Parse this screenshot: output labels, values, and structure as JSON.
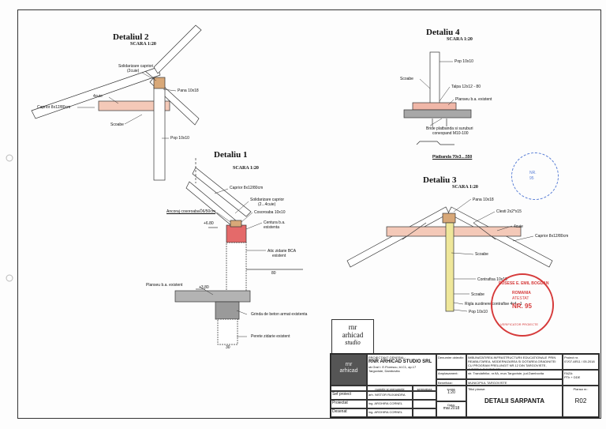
{
  "details": {
    "d2": {
      "title": "Detaliul 2",
      "scale": "SCARA 1:20",
      "labels": {
        "solidarizare": "Solidarizare capriori",
        "solidarizare2": "(2cuie)",
        "pana": "Pana 10x18",
        "cuie": "4cuie",
        "caprior": "Caprior 8x12/80cm",
        "scoabe": "Scoabe",
        "pop": "Pop 10x10"
      }
    },
    "d1": {
      "title": "Detaliu 1",
      "scale": "SCARA 1:20",
      "labels": {
        "caprior": "Caprior 8x12/80cm",
        "solidarizare": "Solidarizare caprior",
        "solidarizare2": "(2...4cuie)",
        "ancoraj": "Ancoraj cosoroabaÖ6/50cm",
        "cosoroaba": "Cosoroaba 10x10",
        "centura": "Centura b.a.",
        "centura2": "existenta",
        "atic": "Atic zidarie BCA",
        "atic2": "existent",
        "planseu": "Planseu b.a. existent",
        "grinda": "Grinda de beton armat existenta",
        "perete": "Perete zidarie existent",
        "cota1": "+6.80",
        "cota2": "+3.80",
        "dim1": "80",
        "dim2": "30"
      }
    },
    "d4": {
      "title": "Detaliu 4",
      "scale": "SCARA 1:20",
      "labels": {
        "pop": "Pop 10x10",
        "scoabe": "Scoabe",
        "talpa": "Talpa 12x12 - 80",
        "planseu": "Planseu b.a. existent",
        "bride": "Bride platbanda si suruburi",
        "bride2": "conexpand M10-100",
        "platbanda": "Platbanda 70x3....550"
      }
    },
    "d3": {
      "title": "Detaliu 3",
      "scale": "SCARA 1:20",
      "labels": {
        "pana": "Pana 10x18",
        "clesti": "Clesti 2x2*x15",
        "cuie": "4cuie",
        "caprior": "Caprior 8x12/80cm",
        "scoabe": "Scoabe",
        "contrafisa": "Contrafisa 10x10",
        "scoabe2": "Scoabe",
        "rigla": "Rigla sustinere contrafise 4x4...1",
        "pop": "Pop 10x10"
      }
    }
  },
  "logo": {
    "line1": "rnr",
    "line2": "arhicad",
    "line3": "studio"
  },
  "title_block": {
    "designer_label": "PROIECTANT GENERAL:",
    "designer_name": "RNR ARHICAD STUDIO SRL",
    "designer_addr": "str.Gral I. E.Florescu, bl.C1, ap.17",
    "designer_city": "Targoviste, Dambovita",
    "project_label": "Denumire obiectiv:",
    "project_text": "IMBUNATATIREA INFRASTRUCTURII EDUCATIONALE PRIN REABILITAREA, MODERNIZAREA SI DOTAREA GRADINITEI CU PROGRAM PRELUNGIT NR.12 DIN TARGOVISTE, JUDETUL DAMBOVITA",
    "beneficiary_label": "Amplasament:",
    "beneficiary_text": "str. Trandafirilor, nr.9A, mun.Targoviste, jud.Dambovita",
    "client_label": "Beneficiar:",
    "client_text": "MUNICIPIUL TARGOVISTE",
    "proj_nr_label": "Proiect nr.",
    "proj_nr": "07/07.AR11 / 05.2018",
    "faza_label": "FAZA:",
    "faza": "PTh + DDE",
    "col_name": "numele si prenumele",
    "col_sign": "semnatura",
    "rows": [
      {
        "role": "Sef proiect",
        "name": "arh. NISTOR RUXANDRA"
      },
      {
        "role": "Proiectat",
        "name": "ing. ARGHIRA CORNEL"
      },
      {
        "role": "Desenat",
        "name": "ing. ARGHIRA CORNEL"
      }
    ],
    "scara_label": "scara:",
    "scara": "1:20",
    "data_label": "Data:",
    "data": "mai 2018",
    "plan_title_label": "Titlul planse:",
    "plan_title": "DETALII SARPANTA",
    "plansa_label": "Plansa nr.:",
    "plansa": "R02"
  },
  "stamps": {
    "verifier": {
      "line1": "RUSESE E. EMIL BOGDAN",
      "line2": "ROMANIA",
      "line3": "ATESTAT",
      "line4": "NR. 95",
      "line5": "VERIFICATOR PROIECTE"
    },
    "blue": {
      "line1": "NR.",
      "line2": "95"
    }
  },
  "colors": {
    "wood": "#f4c9b8",
    "concrete": "#9a9a9a",
    "stamp_red": "#d63a3a",
    "stamp_blue": "#5a7fd6",
    "pop": "#efe79a"
  }
}
